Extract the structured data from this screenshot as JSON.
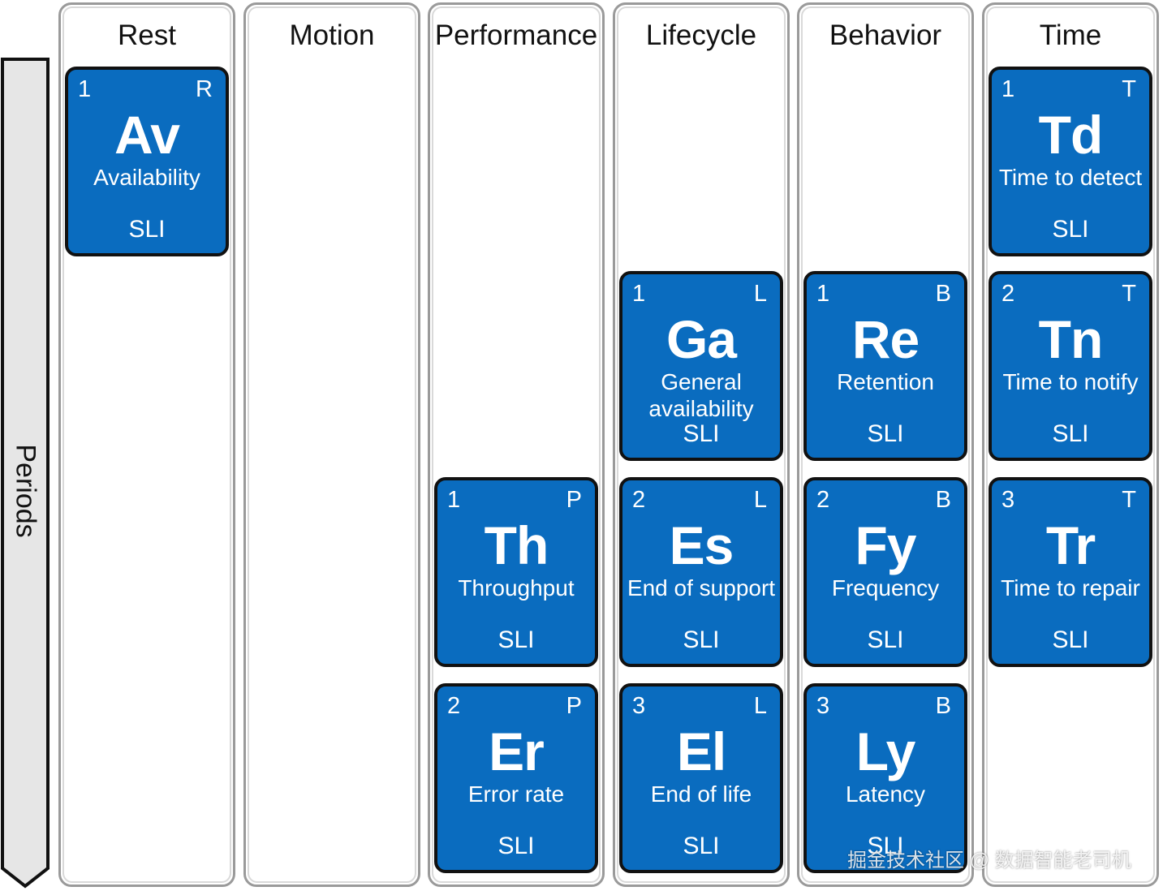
{
  "axis": {
    "label": "Periods"
  },
  "columns": [
    {
      "name": "Rest"
    },
    {
      "name": "Motion"
    },
    {
      "name": "Performance"
    },
    {
      "name": "Lifecycle"
    },
    {
      "name": "Behavior"
    },
    {
      "name": "Time"
    }
  ],
  "tiles": [
    {
      "num": "1",
      "grp": "R",
      "sym": "Av",
      "name": "Availability",
      "name2": "",
      "sli": "SLI"
    },
    {
      "num": "1",
      "grp": "P",
      "sym": "Th",
      "name": "Throughput",
      "name2": "",
      "sli": "SLI"
    },
    {
      "num": "2",
      "grp": "P",
      "sym": "Er",
      "name": "Error rate",
      "name2": "",
      "sli": "SLI"
    },
    {
      "num": "1",
      "grp": "L",
      "sym": "Ga",
      "name": "General",
      "name2": "availability",
      "sli": "SLI"
    },
    {
      "num": "2",
      "grp": "L",
      "sym": "Es",
      "name": "End of support",
      "name2": "",
      "sli": "SLI"
    },
    {
      "num": "3",
      "grp": "L",
      "sym": "El",
      "name": "End of life",
      "name2": "",
      "sli": "SLI"
    },
    {
      "num": "1",
      "grp": "B",
      "sym": "Re",
      "name": "Retention",
      "name2": "",
      "sli": "SLI"
    },
    {
      "num": "2",
      "grp": "B",
      "sym": "Fy",
      "name": "Frequency",
      "name2": "",
      "sli": "SLI"
    },
    {
      "num": "3",
      "grp": "B",
      "sym": "Ly",
      "name": "Latency",
      "name2": "",
      "sli": "SLI"
    },
    {
      "num": "1",
      "grp": "T",
      "sym": "Td",
      "name": "Time to detect",
      "name2": "",
      "sli": "SLI"
    },
    {
      "num": "2",
      "grp": "T",
      "sym": "Tn",
      "name": "Time to notify",
      "name2": "",
      "sli": "SLI"
    },
    {
      "num": "3",
      "grp": "T",
      "sym": "Tr",
      "name": "Time to repair",
      "name2": "",
      "sli": "SLI"
    }
  ],
  "colors": {
    "tile_fill": "#0a6cbf",
    "tile_border": "#111111",
    "column_border": "#9a9a9a"
  },
  "watermark": "掘金技术社区 @ 数据智能老司机"
}
